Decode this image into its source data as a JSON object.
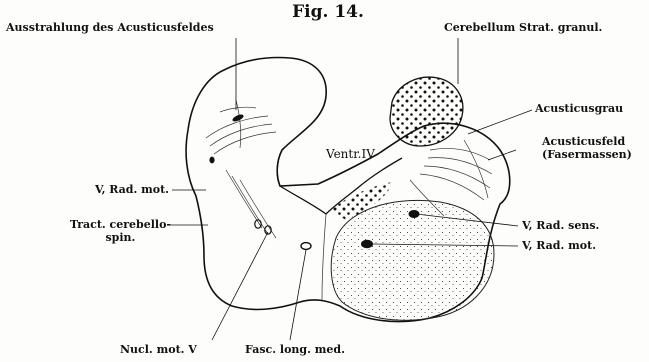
{
  "figure": {
    "title": "Fig. 14."
  },
  "labels": {
    "ausstrahlung": "Ausstrahlung des Acusticusfeldes",
    "cerebellum": "Cerebellum Strat. granul.",
    "acusticusgrau": "Acusticusgrau",
    "acusticusfeld_1": "Acusticusfeld",
    "acusticusfeld_2": "(Fasermassen)",
    "ventr": "Ventr.IV",
    "v_rad_mot_left": "V, Rad. mot.",
    "tract_1": "Tract. cerebello-",
    "tract_2": "spin.",
    "v_rad_sens": "V, Rad. sens.",
    "v_rad_mot_right": "V, Rad. mot.",
    "nucl_mot": "Nucl. mot. V",
    "fasc_long": "Fasc. long. med."
  },
  "colors": {
    "ink": "#111111",
    "paper": "#fdfdfb"
  }
}
